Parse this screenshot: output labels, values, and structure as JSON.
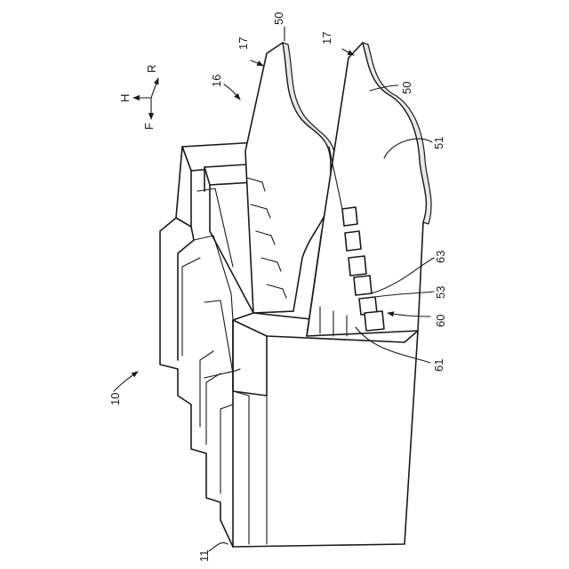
{
  "labels": {
    "l10": "10",
    "l11": "11",
    "l16": "16",
    "l17a": "17",
    "l17b": "17",
    "l50a": "50",
    "l50b": "50",
    "l51": "51",
    "l53": "53",
    "l60": "60",
    "l61": "61",
    "l63": "63"
  },
  "directions": {
    "h": "H",
    "r": "R",
    "f": "F"
  }
}
